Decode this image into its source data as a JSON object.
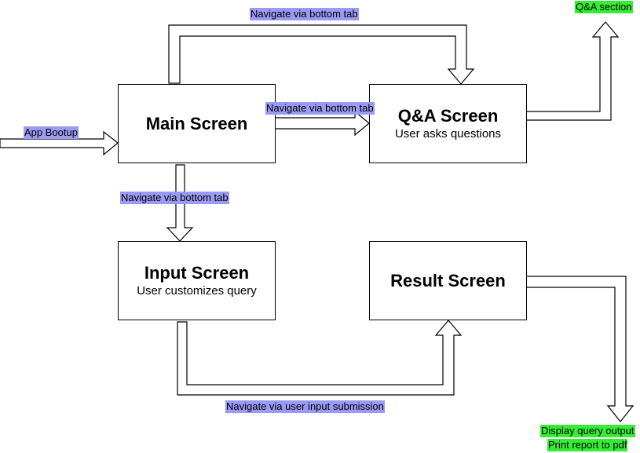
{
  "colors": {
    "nav_label": "#9a9af4",
    "output_label": "#33ee33",
    "stroke": "#000000"
  },
  "boxes": {
    "main": {
      "title": "Main Screen",
      "subtitle": ""
    },
    "qa": {
      "title": "Q&A Screen",
      "subtitle": "User asks questions"
    },
    "input": {
      "title": "Input Screen",
      "subtitle": "User customizes query"
    },
    "result": {
      "title": "Result Screen",
      "subtitle": ""
    }
  },
  "labels": {
    "top_nav": "Navigate via bottom tab",
    "qa_section": "Q&A section",
    "middle_nav": "Navigate via bottom tab",
    "app_bootup": "App Bootup",
    "down_nav": "Navigate via bottom tab",
    "submit_nav": "Navigate via user input submission",
    "display_output": "Display query output",
    "print_report": "Print report to pdf"
  }
}
